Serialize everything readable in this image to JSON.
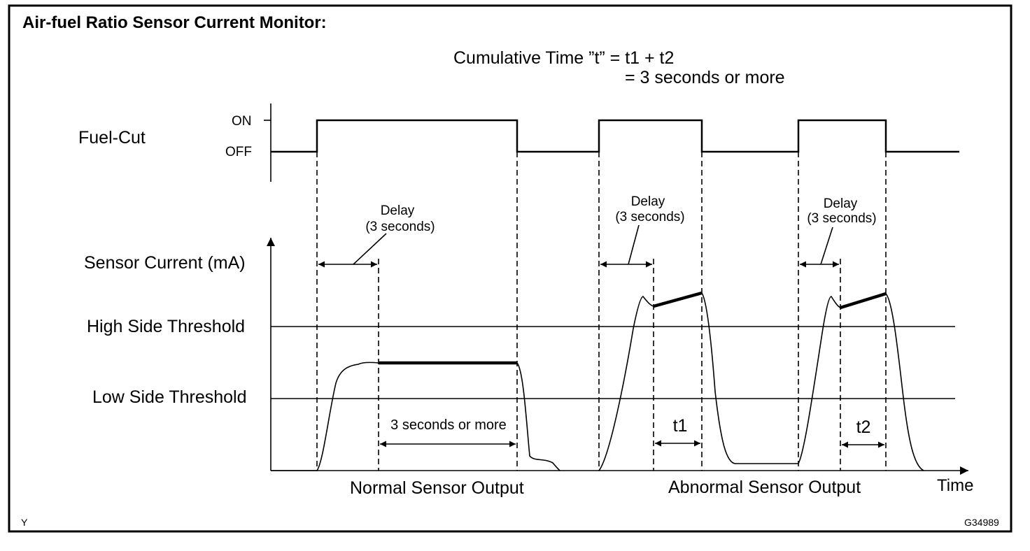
{
  "title": "Air-fuel  Ratio Sensor Current Monitor:",
  "formula": {
    "line1": "Cumulative Time ”t” = t1 + t2",
    "line2": "= 3 seconds or more"
  },
  "fuel_cut": {
    "label": "Fuel-Cut",
    "on_label": "ON",
    "off_label": "OFF"
  },
  "sensor": {
    "y_axis_label": "Sensor Current (mA)",
    "high_threshold_label": "High Side Threshold",
    "low_threshold_label": "Low Side Threshold",
    "x_axis_label": "Time"
  },
  "delays": [
    {
      "line1": "Delay",
      "line2": "(3 seconds)"
    },
    {
      "line1": "Delay",
      "line2": "(3 seconds)"
    },
    {
      "line1": "Delay",
      "line2": "(3 seconds)"
    }
  ],
  "spans": {
    "normal": "3 seconds or more",
    "t1": "t1",
    "t2": "t2"
  },
  "outputs": {
    "normal": "Normal Sensor Output",
    "abnormal": "Abnormal Sensor Output"
  },
  "footer": {
    "left": "Y",
    "right": "G34989"
  }
}
